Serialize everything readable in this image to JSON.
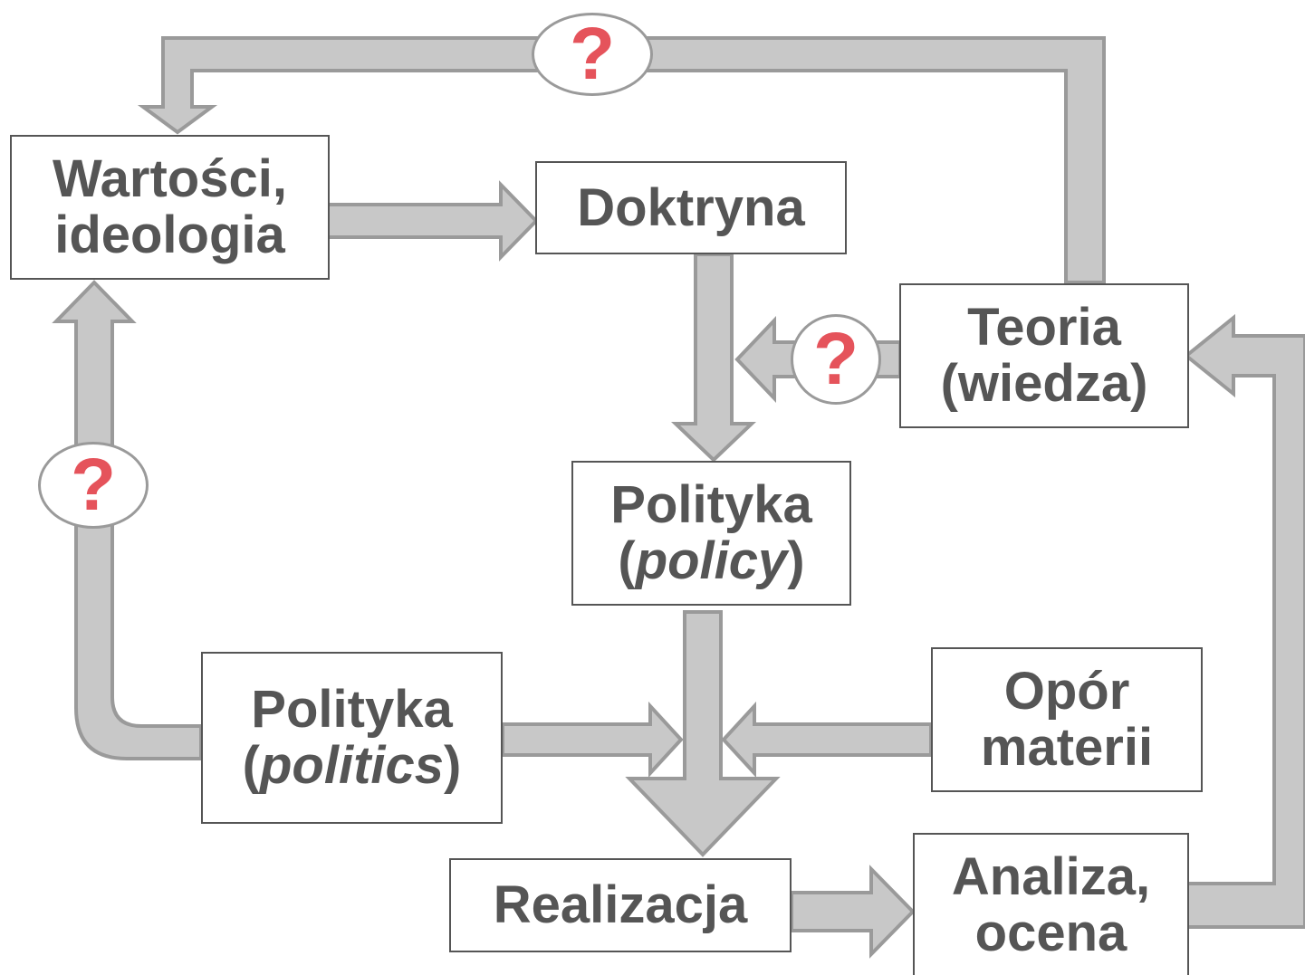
{
  "nodes": {
    "values": {
      "line1": "Wartości,",
      "line2": "ideologia"
    },
    "doctrine": {
      "label": "Doktryna"
    },
    "policy": {
      "line1": "Polityka",
      "open": "(",
      "italic": "policy",
      "close": ")"
    },
    "theory": {
      "line1": "Teoria",
      "line2": "(wiedza)"
    },
    "politics": {
      "line1": "Polityka",
      "open": "(",
      "italic": "politics",
      "close": ")"
    },
    "resistance": {
      "line1": "Opór",
      "line2": "materii"
    },
    "realization": {
      "label": "Realizacja"
    },
    "analysis": {
      "line1": "Analiza,",
      "line2": "ocena"
    }
  },
  "question_marks": [
    "?",
    "?",
    "?"
  ],
  "colors": {
    "arrow_fill": "#c8c8c8",
    "arrow_stroke": "#9a9a9a",
    "box_border": "#555555",
    "text": "#555555",
    "question": "#e5535b"
  }
}
